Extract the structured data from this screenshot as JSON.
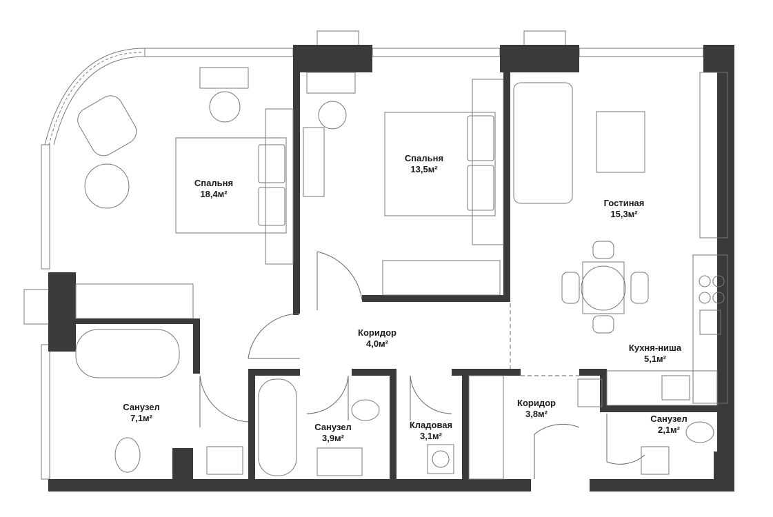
{
  "rooms": {
    "bedroom1": {
      "name": "Спальня",
      "area": "18,4м²"
    },
    "bedroom2": {
      "name": "Спальня",
      "area": "13,5м²"
    },
    "living": {
      "name": "Гостиная",
      "area": "15,3м²"
    },
    "corridor1": {
      "name": "Коридор",
      "area": "4,0м²"
    },
    "kitchen": {
      "name": "Кухня-ниша",
      "area": "5,1м²"
    },
    "bath1": {
      "name": "Санузел",
      "area": "7,1м²"
    },
    "bath2": {
      "name": "Санузел",
      "area": "3,9м²"
    },
    "pantry": {
      "name": "Кладовая",
      "area": "3,1м²"
    },
    "corridor2": {
      "name": "Коридор",
      "area": "3,8м²"
    },
    "bath3": {
      "name": "Санузел",
      "area": "2,1м²"
    }
  },
  "colors": {
    "wall": "#3a3a3a",
    "line": "#555555",
    "furniture": "#777777"
  }
}
